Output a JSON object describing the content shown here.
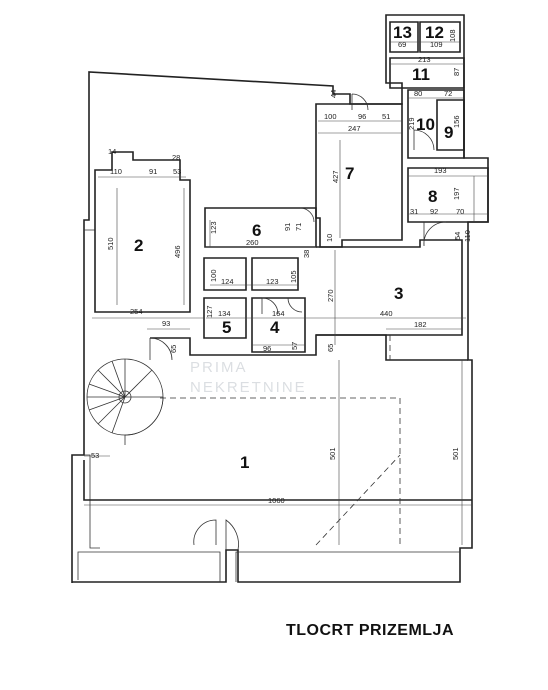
{
  "title": "TLOCRT PRIZEMLJA",
  "watermark": [
    "PRIMA",
    "NEKRETNINE"
  ],
  "rooms": {
    "r1": "1",
    "r2": "2",
    "r3": "3",
    "r4": "4",
    "r5": "5",
    "r6": "6",
    "r7": "7",
    "r8": "8",
    "r9": "9",
    "r10": "10",
    "r11": "11",
    "r12": "12",
    "r13": "13"
  },
  "dims": {
    "d14": "14",
    "d110": "110",
    "d91a": "91",
    "d53a": "53",
    "d28": "28",
    "d510": "510",
    "d496": "496",
    "d254": "254",
    "d93": "93",
    "d65a": "65",
    "d123a": "123",
    "d260": "260",
    "d91b": "91",
    "d71": "71",
    "d38": "38",
    "d10": "10",
    "d100a": "100",
    "d124": "124",
    "d123b": "123",
    "d105": "105",
    "d134": "134",
    "d164": "164",
    "d127": "127",
    "d96a": "96",
    "d57": "57",
    "d65b": "65",
    "d270": "270",
    "d440": "440",
    "d182": "182",
    "d44": "44",
    "d100b": "100",
    "d96b": "96",
    "d51": "51",
    "d247": "247",
    "d427": "427",
    "d69": "69",
    "d109": "109",
    "d108": "108",
    "d213": "213",
    "d87": "87",
    "d80": "80",
    "d72": "72",
    "d219": "219",
    "d156": "156",
    "d193": "193",
    "d197": "197",
    "d31": "31",
    "d92": "92",
    "d70": "70",
    "d54": "54",
    "d110b": "110",
    "d53b": "53",
    "d501a": "501",
    "d501b": "501",
    "d1060": "1060"
  }
}
